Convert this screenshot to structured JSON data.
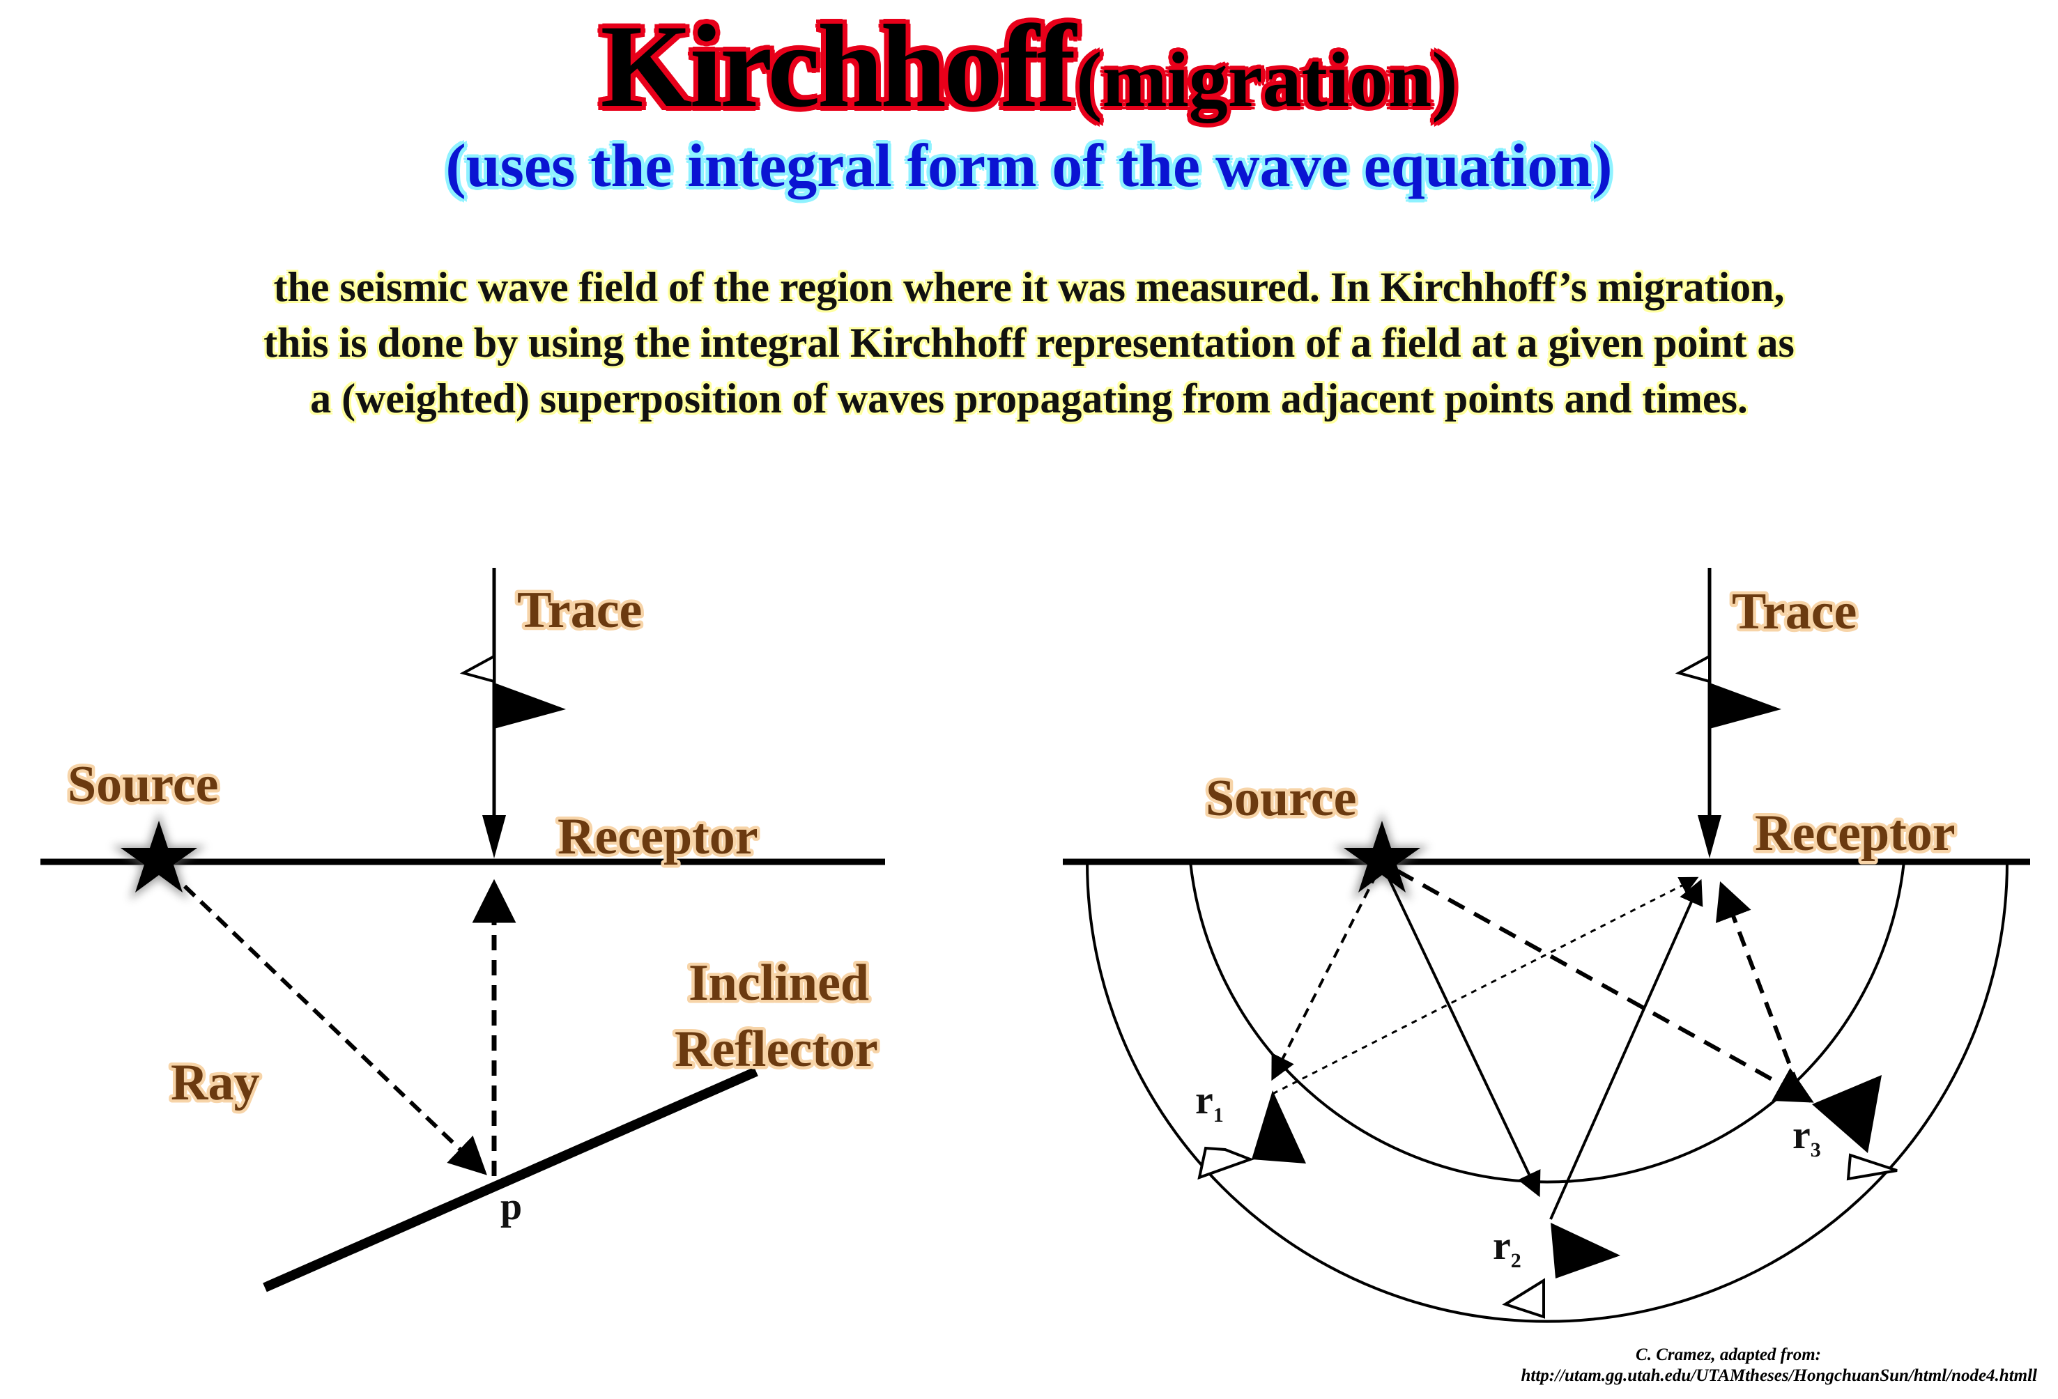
{
  "title": {
    "main": "Kirchhoff",
    "paren": "(migration)",
    "subtitle": "(uses the integral form of the wave equation)"
  },
  "description": [
    "the seismic wave field of the region where it was measured. In Kirchhoff’s migration,",
    "this is done by using the integral Kirchhoff representation of a field at a given point as",
    "a (weighted) superposition of waves propagating from adjacent points and times."
  ],
  "left_diagram": {
    "trace": "Trace",
    "source": "Source",
    "receptor": "Receptor",
    "inclined": "Inclined",
    "reflector": "Reflector",
    "ray": "Ray",
    "point": "p"
  },
  "right_diagram": {
    "trace": "Trace",
    "source": "Source",
    "receptor": "Receptor",
    "r1": "r",
    "r1_sub": "1",
    "r2": "r",
    "r2_sub": "2",
    "r3": "r",
    "r3_sub": "3"
  },
  "credit": [
    "C. Cramez, adapted from:",
    "http://utam.gg.utah.edu/UTAMtheses/HongchuanSun/html/node4.htmll"
  ],
  "colors": {
    "title_outline": "#e8001a",
    "subtitle": "#0a14d2",
    "subtitle_outline": "#8ff2ff",
    "label_text": "#6b3a10",
    "label_outline": "#f7d4a8",
    "body_outline": "#ffffa0"
  }
}
